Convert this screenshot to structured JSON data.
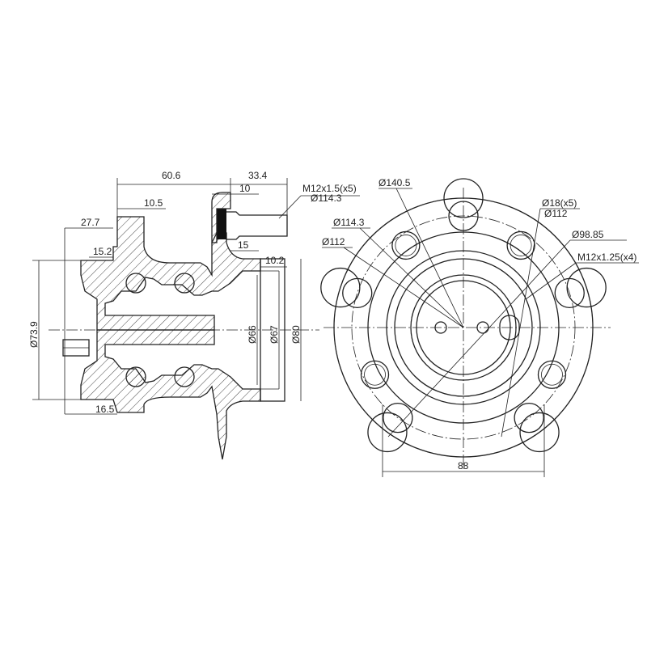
{
  "title": "Wheel hub bearing assembly drawing",
  "side_view": {
    "dims": {
      "d60_6": "60.6",
      "d33_4": "33.4",
      "d10": "10",
      "d10_5": "10.5",
      "d27_7": "27.7",
      "d15_2": "15.2",
      "d15": "15",
      "d10_2": "10.2",
      "d73_9": "Ø73.9",
      "d16_5": "16.5",
      "d66": "Ø66",
      "d67": "Ø67",
      "d80": "Ø80"
    },
    "stud_thread": "M12x1.5(x5)",
    "stud_pcd": "Ø114.3"
  },
  "front_view": {
    "d140_5": "Ø140.5",
    "d114_3": "Ø114.3",
    "d112_left": "Ø112",
    "hole_size": "Ø18(x5)",
    "hole_pcd": "Ø112",
    "d98_85": "Ø98.85",
    "thread_holes": "M12x1.25(x4)",
    "d88": "88"
  }
}
